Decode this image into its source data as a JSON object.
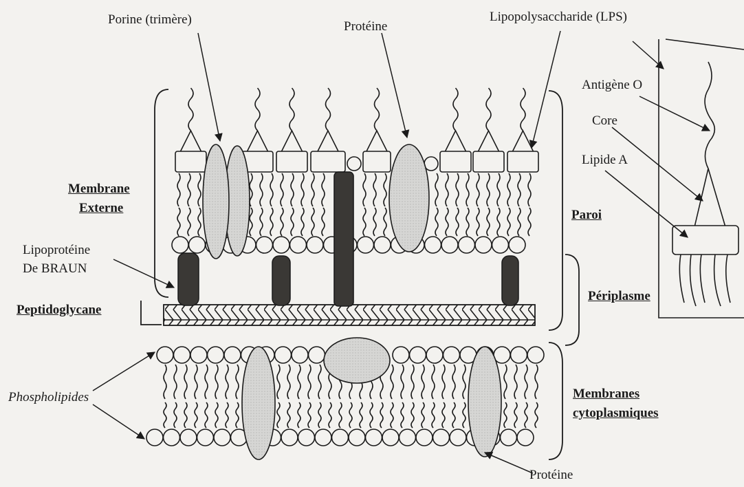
{
  "labels": {
    "porine": "Porine (trimère)",
    "proteine_top": "Protéine",
    "lps": "Lipopolysaccharide (LPS)",
    "antigene_o": "Antigène O",
    "core": "Core",
    "lipide_a": "Lipide A",
    "membrane_externe_1": "Membrane",
    "membrane_externe_2": "Externe",
    "lipoproteine_1": "Lipoprotéine",
    "lipoproteine_2": "De BRAUN",
    "peptidoglycane": "Peptidoglycane",
    "paroi": "Paroi",
    "periplasme": "Périplasme",
    "phospholipides": "Phospholipides",
    "membranes_cyto_1": "Membranes",
    "membranes_cyto_2": "cytoplasmiques",
    "proteine_bottom": "Protéine"
  },
  "colors": {
    "line": "#1b1b1b",
    "protein_fill": "#d6d6d4",
    "dark_fill": "#3a3835",
    "background": "#f3f2ef"
  }
}
